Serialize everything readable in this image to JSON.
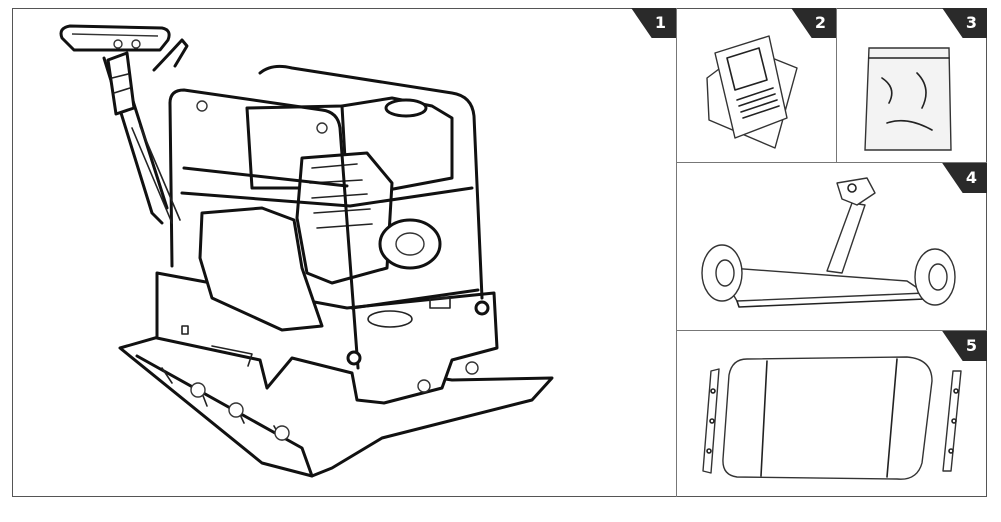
{
  "panels": [
    {
      "id": "1",
      "label": "1",
      "icon": "plate-compactor-icon"
    },
    {
      "id": "2",
      "label": "2",
      "icon": "manual-booklet-icon"
    },
    {
      "id": "3",
      "label": "3",
      "icon": "plastic-bag-icon"
    },
    {
      "id": "4",
      "label": "4",
      "icon": "transport-wheel-kit-icon"
    },
    {
      "id": "5",
      "label": "5",
      "icon": "rubber-mat-icon"
    }
  ],
  "colors": {
    "tag_background": "#2a2a2a",
    "tag_text": "#ffffff",
    "line": "#111111",
    "border": "#555555"
  }
}
